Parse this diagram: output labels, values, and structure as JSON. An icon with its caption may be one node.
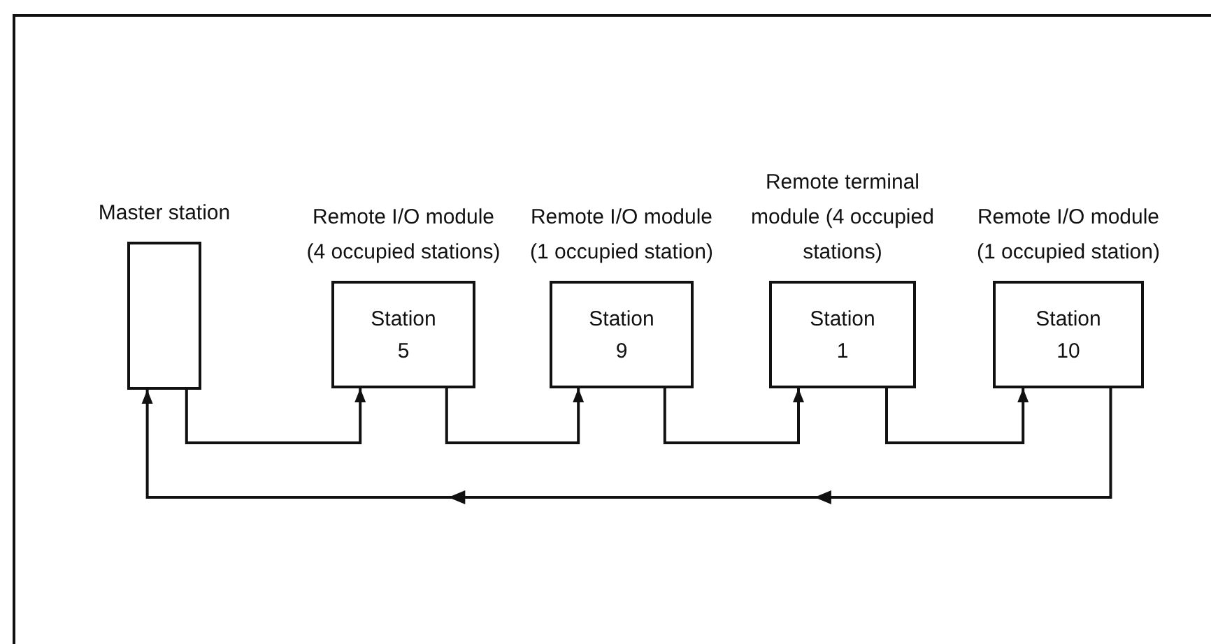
{
  "diagram": {
    "nodes": [
      {
        "text": [
          "Master station"
        ]
      },
      {
        "text": [
          "Remote I/O module (4 occupied stations)",
          "Station 5"
        ]
      },
      {
        "text": [
          "Remote I/O module (1 occupied station)",
          "Station 9"
        ]
      },
      {
        "text": [
          "Remote terminal module (4 occupied stations)",
          "Station 1"
        ]
      },
      {
        "text": [
          "Remote I/O module (1 occupied station)",
          "Station 10"
        ]
      }
    ],
    "edges": [
      {
        "from": 0,
        "to": 1,
        "arrow": "to"
      },
      {
        "from": 1,
        "to": 2,
        "arrow": "to"
      },
      {
        "from": 2,
        "to": 3,
        "arrow": "to"
      },
      {
        "from": 3,
        "to": 4,
        "arrow": "to"
      },
      {
        "from": 4,
        "to": 0,
        "arrow": "to"
      }
    ]
  }
}
